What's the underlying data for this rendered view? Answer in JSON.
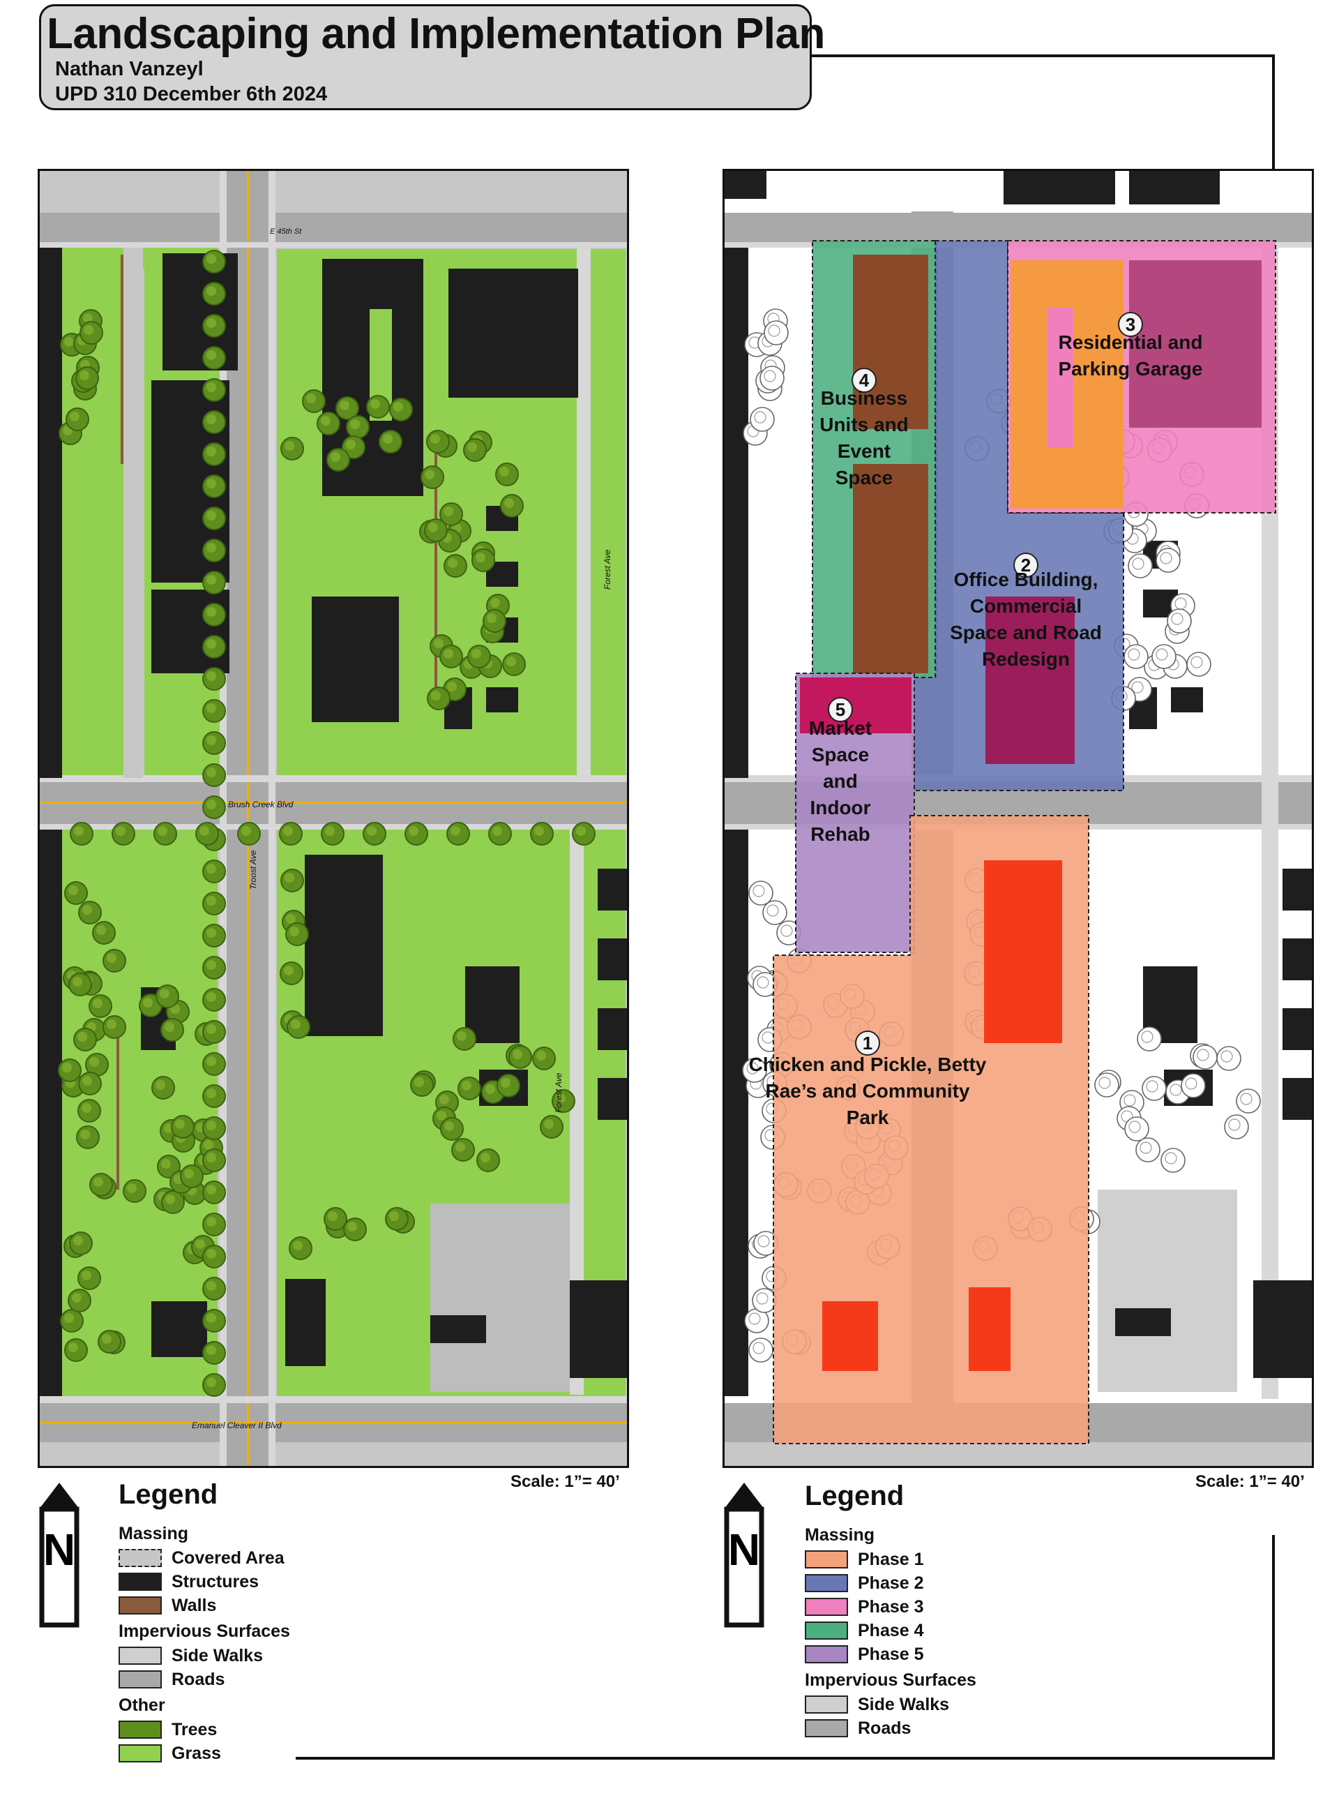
{
  "header": {
    "title": "Landscaping and Implementation Plan",
    "author": "Nathan Vanzeyl",
    "course_date": "UPD 310 December 6th 2024"
  },
  "left_map": {
    "streets": {
      "e45th": "E 45th St",
      "brush_creek": "Brush Creek Blvd",
      "troost": "Troost Ave",
      "forest_top": "Forest Ave",
      "forest_bottom": "Forest Ave",
      "emanuel": "Emanuel Cleaver II Blvd"
    },
    "scale": "Scale: 1”= 40’",
    "legend": {
      "title": "Legend",
      "groups": [
        {
          "heading": "Massing",
          "items": [
            {
              "label": "Covered Area",
              "color": "#c6c6c6",
              "dashed": true
            },
            {
              "label": "Structures",
              "color": "#1e1e1e"
            },
            {
              "label": "Walls",
              "color": "#8a5a3c"
            }
          ]
        },
        {
          "heading": "Impervious Surfaces",
          "items": [
            {
              "label": "Side Walks",
              "color": "#cfcfcf"
            },
            {
              "label": "Roads",
              "color": "#a9a9a9"
            }
          ]
        },
        {
          "heading": "Other",
          "items": [
            {
              "label": "Trees",
              "color": "#5e8e1e"
            },
            {
              "label": "Grass",
              "color": "#92d050"
            }
          ]
        }
      ]
    }
  },
  "right_map": {
    "phases": [
      {
        "number": "1",
        "label": "Chicken and Pickle, Betty Rae’s and Community Park",
        "lines": [
          "Chicken and Pickle, Betty",
          "Rae’s and Community",
          "Park"
        ],
        "color": "#f4a27c"
      },
      {
        "number": "2",
        "label": "Office Building, Commercial Space and Road Redesign",
        "lines": [
          "Office Building,",
          "Commercial",
          "Space and Road",
          "Redesign"
        ],
        "color": "#6878b5"
      },
      {
        "number": "3",
        "label": "Residential and Parking Garage",
        "lines": [
          "Residential and",
          "Parking Garage"
        ],
        "color": "#f07fbe"
      },
      {
        "number": "4",
        "label": "Business Units and Event Space",
        "lines": [
          "Business",
          "Units and",
          "Event",
          "Space"
        ],
        "color": "#4caf80"
      },
      {
        "number": "5",
        "label": "Market Space and Indoor Rehab",
        "lines": [
          "Market",
          "Space",
          "and",
          "Indoor",
          "Rehab"
        ],
        "color": "#a985c4"
      }
    ],
    "scale": "Scale: 1”= 40’",
    "legend": {
      "title": "Legend",
      "groups": [
        {
          "heading": "Massing",
          "items": [
            {
              "label": "Phase 1",
              "color": "#f4a27c"
            },
            {
              "label": "Phase 2",
              "color": "#6878b5"
            },
            {
              "label": "Phase 3",
              "color": "#f07fbe"
            },
            {
              "label": "Phase 4",
              "color": "#4caf80"
            },
            {
              "label": "Phase 5",
              "color": "#a985c4"
            }
          ]
        },
        {
          "heading": "Impervious Surfaces",
          "items": [
            {
              "label": "Side Walks",
              "color": "#cfcfcf"
            },
            {
              "label": "Roads",
              "color": "#a9a9a9"
            }
          ]
        }
      ]
    }
  },
  "north_arrow": {
    "letter": "N",
    "icon": "north-arrow-icon"
  }
}
